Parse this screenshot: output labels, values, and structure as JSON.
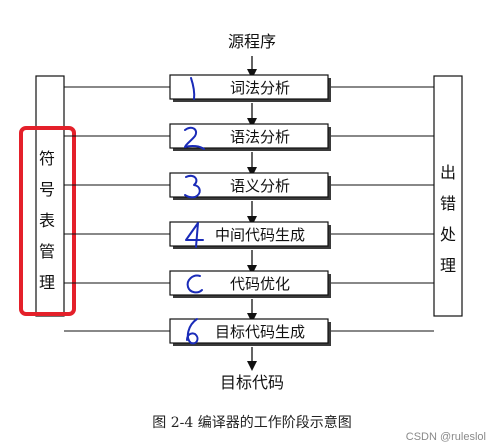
{
  "diagram": {
    "source_label": "源程序",
    "target_label": "目标代码",
    "caption": "图 2-4    编译器的工作阶段示意图",
    "left_box": {
      "chars": [
        "符",
        "号",
        "表",
        "管",
        "理"
      ]
    },
    "right_box": {
      "chars": [
        "出",
        "错",
        "处",
        "理"
      ]
    },
    "phases": [
      {
        "label": "词法分析",
        "handwritten_number": "1"
      },
      {
        "label": "语法分析",
        "handwritten_number": "2"
      },
      {
        "label": "语义分析",
        "handwritten_number": "3"
      },
      {
        "label": "中间代码生成",
        "handwritten_number": "4"
      },
      {
        "label": "代码优化",
        "handwritten_number": "5"
      },
      {
        "label": "目标代码生成",
        "handwritten_number": "6"
      }
    ],
    "highlight_color": "#e4202a",
    "ink_color": "#1a2bb8",
    "watermark": "CSDN @ruleslol"
  }
}
